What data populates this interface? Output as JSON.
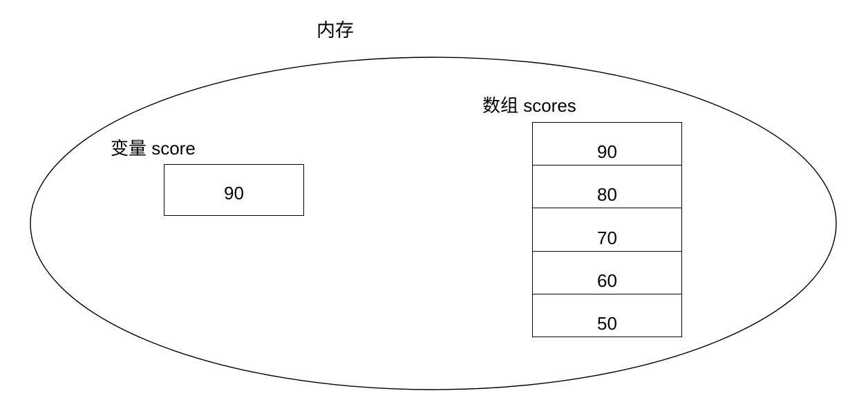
{
  "diagram": {
    "title": "内存",
    "ellipse": {
      "stroke_color": "#000000",
      "fill_color": "#ffffff"
    },
    "variable": {
      "label": "变量 score",
      "value": "90"
    },
    "array": {
      "label": "数组 scores",
      "cells": [
        {
          "value": "90"
        },
        {
          "value": "80"
        },
        {
          "value": "70"
        },
        {
          "value": "60"
        },
        {
          "value": "50"
        }
      ]
    }
  }
}
